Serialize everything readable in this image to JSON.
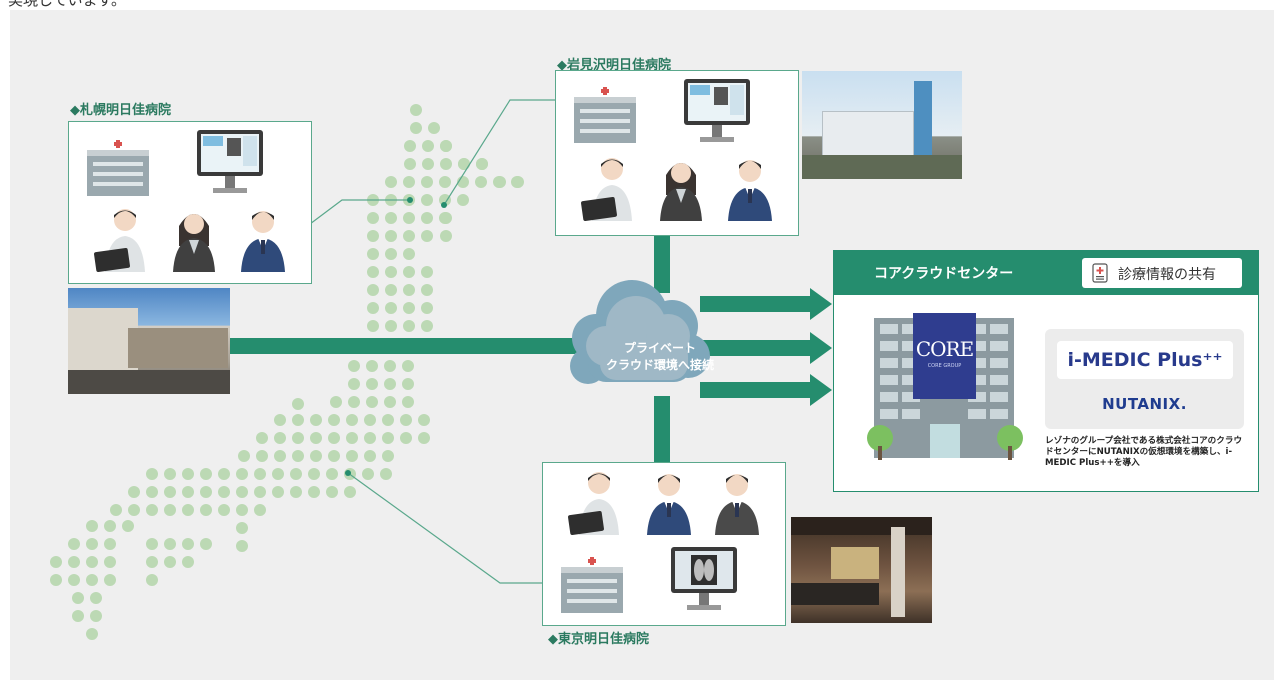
{
  "header_fragment": "実現しています。",
  "hospitals": {
    "sapporo": {
      "label": "◆札幌明日佳病院"
    },
    "iwamizawa": {
      "label": "◆岩見沢明日佳病院"
    },
    "tokyo": {
      "label": "◆東京明日佳病院"
    }
  },
  "cloud": {
    "line1": "プライベート",
    "line2": "クラウド環境へ接続"
  },
  "core_center": {
    "title": "コアクラウドセンター",
    "share_label": "診療情報の共有",
    "core_logo_text": "CORE",
    "core_logo_sub": "CORE GROUP",
    "imedic_logo": "i-MEDIC Plus⁺⁺",
    "nutanix_logo": "NUTANIX.",
    "description": "レゾナのグループ会社である株式会社コアのクラウドセンターにNUTANIXの仮想環境を構築し、i-MEDIC Plus++を導入"
  },
  "colors": {
    "brand_green": "#258d6e",
    "label_green": "#2b7a60",
    "dot_green": "#bcd9b4",
    "core_blue": "#2f3d8f"
  },
  "icons": [
    "hospital-building-icon",
    "monitor-icon",
    "doctor-with-laptop-icon",
    "female-staff-icon",
    "male-staff-icon",
    "xray-monitor-icon",
    "medical-record-icon",
    "cloud-icon",
    "arrow-right-icon"
  ]
}
